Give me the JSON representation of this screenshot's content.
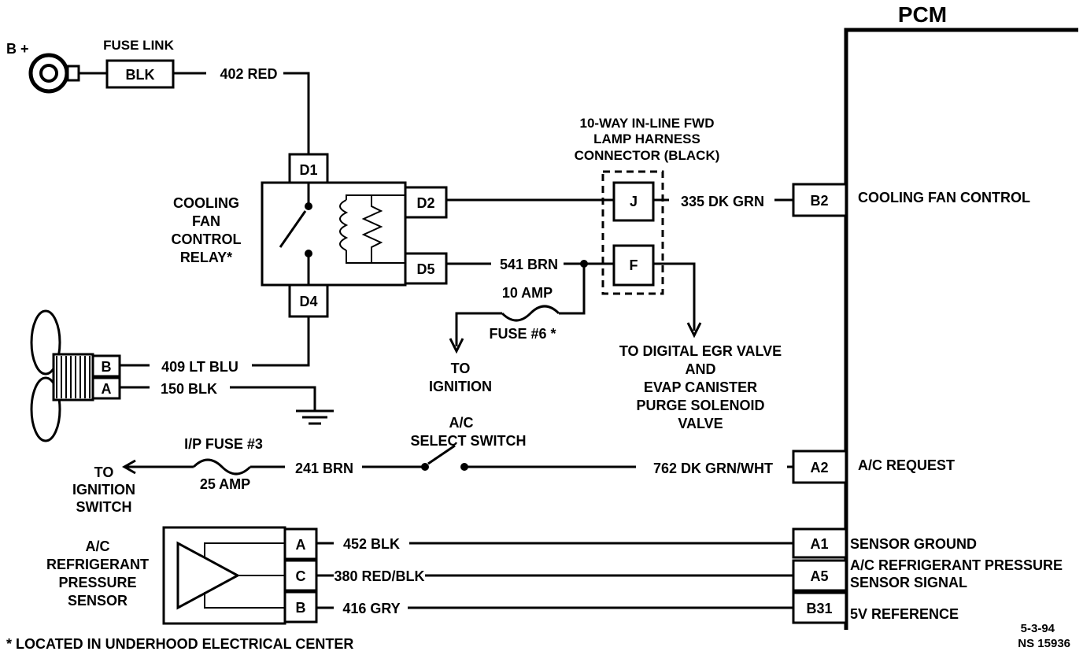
{
  "pcm": {
    "title": "PCM"
  },
  "battery": {
    "label": "B +"
  },
  "fuse_link": {
    "label": "FUSE LINK",
    "box": "BLK"
  },
  "wires": {
    "w402": "402 RED",
    "w335": "335 DK GRN",
    "w541": "541 BRN",
    "w409": "409 LT BLU",
    "w150": "150 BLK",
    "w241": "241 BRN",
    "w762": "762 DK GRN/WHT",
    "w452": "452 BLK",
    "w380": "380 RED/BLK",
    "w416": "416 GRY"
  },
  "relay": {
    "label_lines": [
      "COOLING",
      "FAN",
      "CONTROL",
      "RELAY*"
    ],
    "pins": {
      "d1": "D1",
      "d2": "D2",
      "d4": "D4",
      "d5": "D5"
    }
  },
  "inline_connector": {
    "label_lines": [
      "10-WAY IN-LINE FWD",
      "LAMP HARNESS",
      "CONNECTOR (BLACK)"
    ],
    "pins": {
      "j": "J",
      "f": "F"
    }
  },
  "fuse6": {
    "amps": "10 AMP",
    "label": "FUSE  #6 *"
  },
  "to_ignition": {
    "lines": [
      "TO",
      "IGNITION"
    ]
  },
  "egr": {
    "lines": [
      "TO DIGITAL EGR VALVE",
      "AND",
      "EVAP CANISTER",
      "PURGE SOLENOID",
      "VALVE"
    ]
  },
  "fan_motor": {
    "pins": {
      "b": "B",
      "a": "A"
    }
  },
  "ip_fuse": {
    "label": "I/P FUSE #3",
    "amps": "25 AMP"
  },
  "to_ignition_switch": {
    "lines": [
      "TO",
      "IGNITION",
      "SWITCH"
    ]
  },
  "ac_switch": {
    "lines": [
      "A/C",
      "SELECT SWITCH"
    ]
  },
  "sensor": {
    "label_lines": [
      "A/C",
      "REFRIGERANT",
      "PRESSURE",
      "SENSOR"
    ],
    "pins": {
      "a": "A",
      "c": "C",
      "b": "B"
    }
  },
  "pcm_pins": {
    "b2": {
      "pin": "B2",
      "label": "COOLING FAN CONTROL"
    },
    "a2": {
      "pin": "A2",
      "label": "A/C REQUEST"
    },
    "a1": {
      "pin": "A1",
      "label": "SENSOR GROUND"
    },
    "a5": {
      "pin": "A5",
      "label_lines": [
        "A/C REFRIGERANT PRESSURE",
        "SENSOR SIGNAL"
      ]
    },
    "b31": {
      "pin": "B31",
      "label": "5V REFERENCE"
    }
  },
  "footnote": "* LOCATED IN UNDERHOOD ELECTRICAL CENTER",
  "doc_id": {
    "date": "5-3-94",
    "number": "NS 15936"
  }
}
